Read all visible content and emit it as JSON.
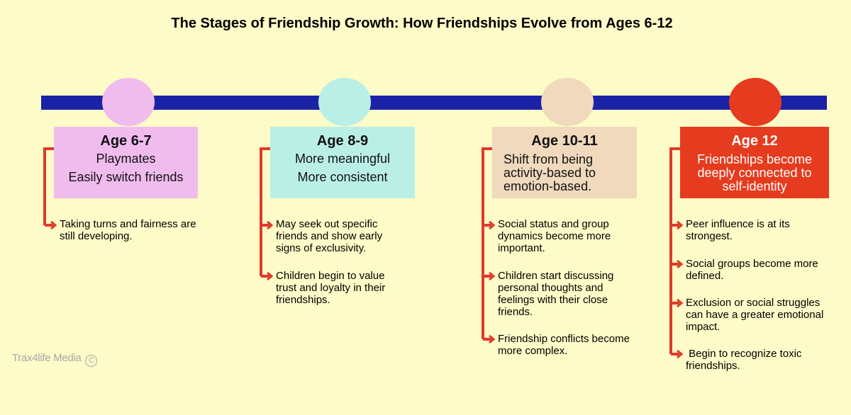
{
  "title": "The Stages of Friendship Growth: How Friendships Evolve from Ages 6-12",
  "colors": {
    "background": "#FDFBC7",
    "timeline": "#1A22A6",
    "connector": "#E03A2A"
  },
  "stages": [
    {
      "age": "Age 6-7",
      "color": "#F0BCEE",
      "lines": [
        "Playmates",
        "Easily switch friends"
      ],
      "bullets": [
        "Taking turns and fairness are still developing."
      ]
    },
    {
      "age": "Age 8-9",
      "color": "#BAEFE6",
      "lines": [
        "More meaningful",
        "More consistent"
      ],
      "bullets": [
        "May seek out specific friends and show early signs of exclusivity.",
        "Children begin to value trust and loyalty in their friendships."
      ]
    },
    {
      "age": "Age 10-11",
      "color": "#F0D9BD",
      "lines": [
        "Shift from being",
        "activity-based to",
        "emotion-based."
      ],
      "bullets": [
        "Social status and group dynamics become more important.",
        "Children start discussing personal thoughts and feelings with their close friends.",
        "Friendship conflicts become more complex."
      ]
    },
    {
      "age": "Age 12",
      "color": "#E63B1E",
      "lines": [
        "Friendships become",
        "deeply connected to",
        "self-identity"
      ],
      "bullets": [
        "Peer influence is at its strongest.",
        "Social groups become more defined.",
        "Exclusion or social struggles can have a greater emotional impact.",
        " Begin to recognize toxic friendships."
      ]
    }
  ],
  "watermark": "Trax4life Media",
  "watermark_icon": "copyright-icon"
}
